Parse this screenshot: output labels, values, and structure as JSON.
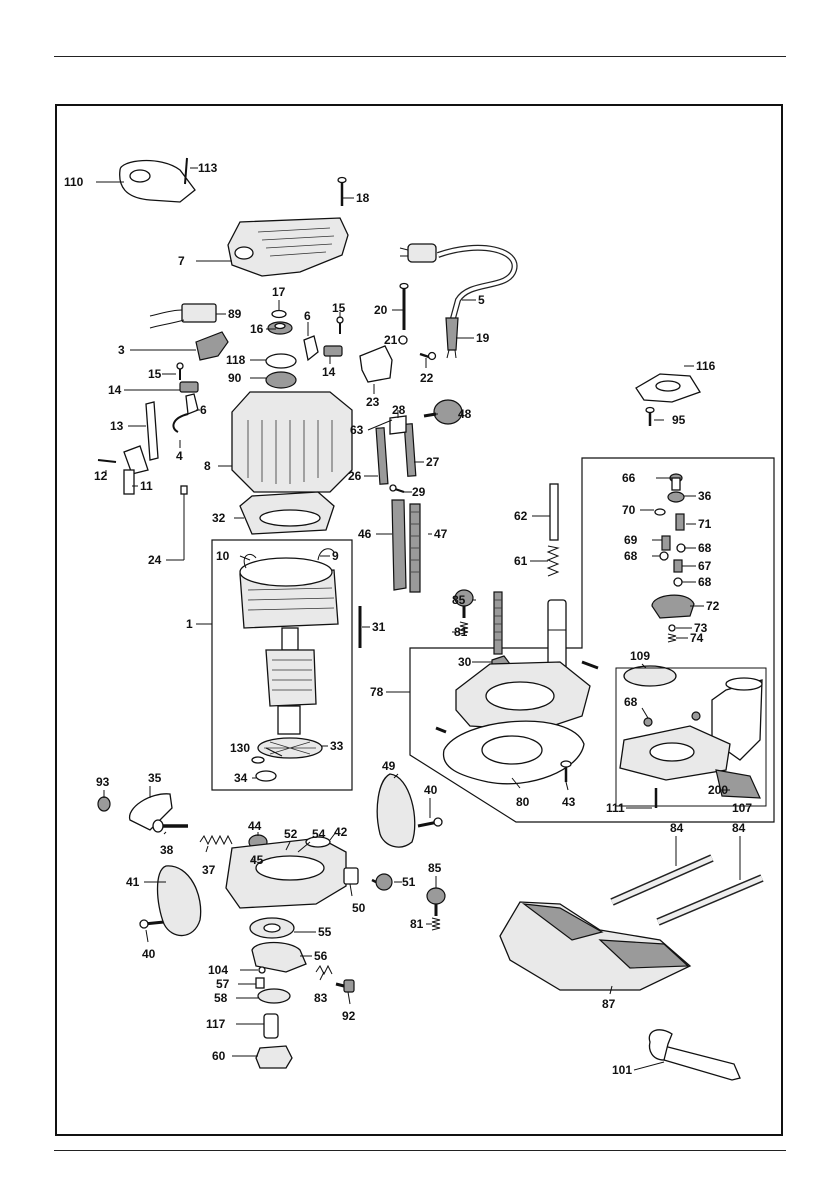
{
  "part_labels": [
    "110",
    "113",
    "18",
    "7",
    "5",
    "17",
    "89",
    "16",
    "6",
    "15",
    "20",
    "21",
    "19",
    "3",
    "118",
    "14",
    "22",
    "15",
    "90",
    "23",
    "116",
    "14",
    "6",
    "28",
    "48",
    "63",
    "95",
    "13",
    "4",
    "27",
    "8",
    "26",
    "12",
    "11",
    "66",
    "29",
    "36",
    "70",
    "32",
    "62",
    "71",
    "46",
    "47",
    "69",
    "68",
    "68",
    "10",
    "9",
    "24",
    "61",
    "67",
    "68",
    "85",
    "72",
    "1",
    "31",
    "73",
    "81",
    "74",
    "30",
    "109",
    "78",
    "68",
    "130",
    "33",
    "49",
    "34",
    "40",
    "93",
    "35",
    "80",
    "43",
    "111",
    "200",
    "107",
    "44",
    "52",
    "54",
    "45",
    "42",
    "38",
    "37",
    "84",
    "84",
    "85",
    "41",
    "51",
    "50",
    "55",
    "81",
    "40",
    "56",
    "104",
    "57",
    "83",
    "58",
    "92",
    "87",
    "117",
    "60",
    "101"
  ]
}
